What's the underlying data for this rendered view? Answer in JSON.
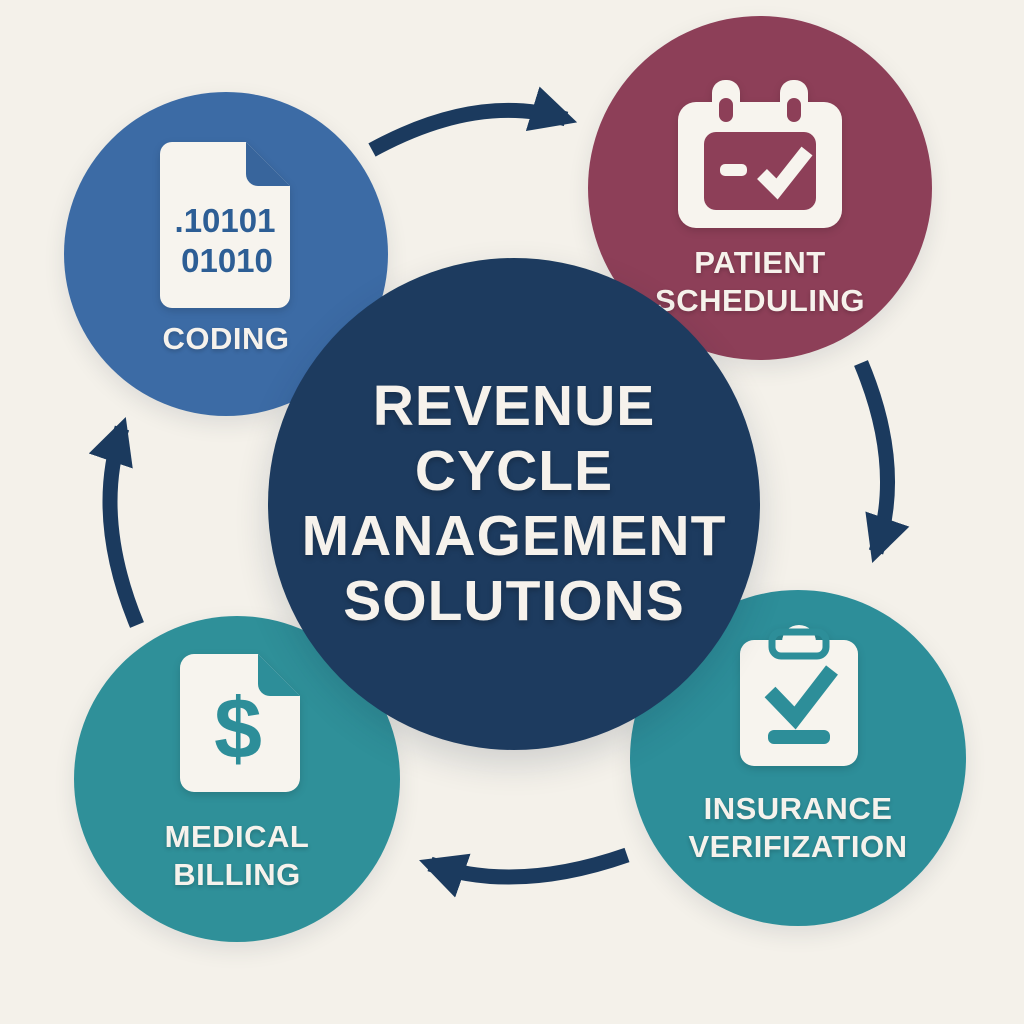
{
  "diagram": {
    "title_lines": [
      "REVENUE",
      "CYCLE",
      "MANAGEMENT",
      "SOLUTIONS"
    ],
    "background_color": "#f4f1ea",
    "center_color": "#1d3b5f",
    "arrow_color": "#1b3a5e",
    "text_color": "#f6f2ec"
  },
  "nodes": [
    {
      "id": "coding",
      "color": "#3c6ba5",
      "icon": "binary-document-icon",
      "icon_text": [
        ".10101",
        "01010"
      ],
      "label_lines": [
        "CODING"
      ]
    },
    {
      "id": "patient-scheduling",
      "color": "#8d3f58",
      "icon": "calendar-check-icon",
      "icon_text": [],
      "label_lines": [
        "PATIENT",
        "SCHEDULING"
      ]
    },
    {
      "id": "insurance-verification",
      "color": "#2d8e99",
      "icon": "clipboard-check-icon",
      "icon_text": [],
      "label_lines": [
        "INSURANCE",
        "VERIFIZATION"
      ]
    },
    {
      "id": "medical-billing",
      "color": "#2f9099",
      "icon": "dollar-document-icon",
      "icon_text": [
        "$"
      ],
      "label_lines": [
        "MEDICAL",
        "BILLING"
      ]
    }
  ],
  "arrows": [
    {
      "from": "coding",
      "to": "patient-scheduling"
    },
    {
      "from": "patient-scheduling",
      "to": "insurance-verification"
    },
    {
      "from": "insurance-verification",
      "to": "medical-billing"
    },
    {
      "from": "medical-billing",
      "to": "coding"
    }
  ]
}
